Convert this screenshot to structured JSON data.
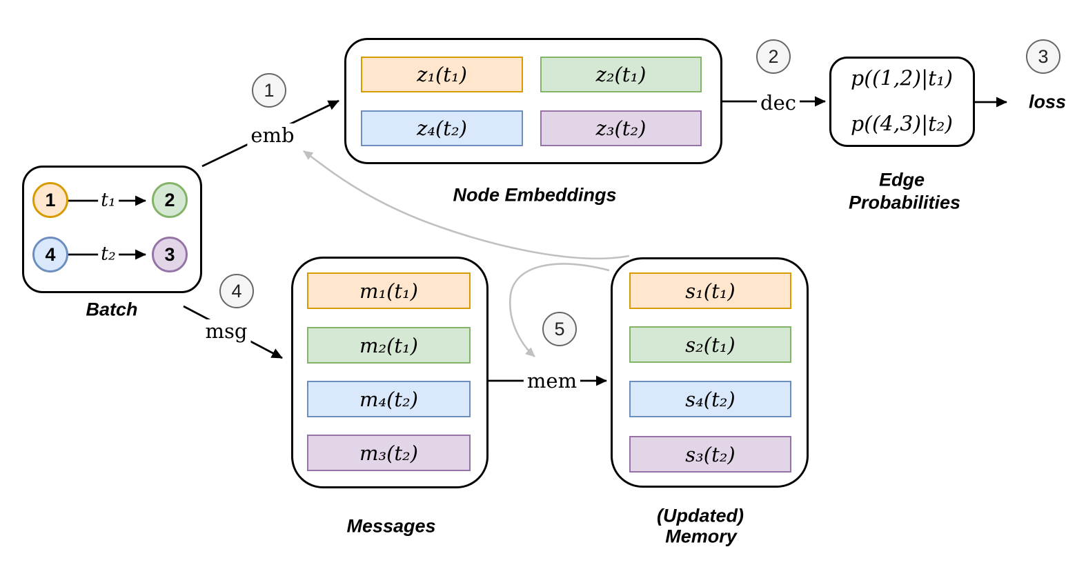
{
  "palette": {
    "orange": {
      "fill": "#FFE6CC",
      "stroke": "#D79B00"
    },
    "green": {
      "fill": "#D5E8D4",
      "stroke": "#82B366"
    },
    "blue": {
      "fill": "#DAE8FC",
      "stroke": "#6C8EBF"
    },
    "purple": {
      "fill": "#E1D5E7",
      "stroke": "#9673A6"
    },
    "badge": {
      "fill": "#F5F5F5",
      "stroke": "#666666"
    },
    "black_line": "#000000",
    "gray_line": "#C0C0C0"
  },
  "badges": {
    "b1": "1",
    "b2": "2",
    "b3": "3",
    "b4": "4",
    "b5": "5"
  },
  "batch": {
    "label": "Batch",
    "nodes": [
      {
        "id": "1",
        "color": "orange"
      },
      {
        "id": "2",
        "color": "green"
      },
      {
        "id": "4",
        "color": "blue"
      },
      {
        "id": "3",
        "color": "purple"
      }
    ],
    "edge_labels": [
      "t₁",
      "t₂"
    ]
  },
  "node_embeddings": {
    "label": "Node Embeddings",
    "cells": [
      {
        "text": "z₁(t₁)",
        "color": "orange"
      },
      {
        "text": "z₂(t₁)",
        "color": "green"
      },
      {
        "text": "z₄(t₂)",
        "color": "blue"
      },
      {
        "text": "z₃(t₂)",
        "color": "purple"
      }
    ]
  },
  "edge_probabilities": {
    "label": [
      "Edge",
      "Probabilities"
    ],
    "rows": [
      "p((1,2)|t₁)",
      "p((4,3)|t₂)"
    ]
  },
  "messages": {
    "label": "Messages",
    "cells": [
      {
        "text": "m₁(t₁)",
        "color": "orange"
      },
      {
        "text": "m₂(t₁)",
        "color": "green"
      },
      {
        "text": "m₄(t₂)",
        "color": "blue"
      },
      {
        "text": "m₃(t₂)",
        "color": "purple"
      }
    ]
  },
  "memory": {
    "label": [
      "(Updated)",
      "Memory"
    ],
    "cells": [
      {
        "text": "s₁(t₁)",
        "color": "orange"
      },
      {
        "text": "s₂(t₁)",
        "color": "green"
      },
      {
        "text": "s₄(t₂)",
        "color": "blue"
      },
      {
        "text": "s₃(t₂)",
        "color": "purple"
      }
    ]
  },
  "arrow_labels": {
    "emb": "emb",
    "dec": "dec",
    "msg": "msg",
    "mem": "mem"
  },
  "loss_label": "loss"
}
